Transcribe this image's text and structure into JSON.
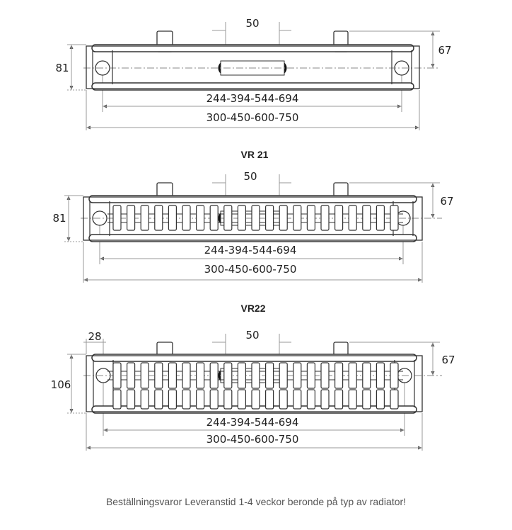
{
  "drawings": [
    {
      "title": "",
      "dim_center": "50",
      "dim_height": "81",
      "dim_bracket": "67",
      "dim_inner": "244-394-544-694",
      "dim_outer": "300-450-600-750"
    },
    {
      "title": "VR 21",
      "dim_center": "50",
      "dim_height": "81",
      "dim_bracket": "67",
      "dim_inner": "244-394-544-694",
      "dim_outer": "300-450-600-750"
    },
    {
      "title": "VR22",
      "dim_center": "50",
      "dim_height": "106",
      "dim_bracket": "67",
      "dim_side": "28",
      "dim_inner": "244-394-544-694",
      "dim_outer": "300-450-600-750"
    }
  ],
  "caption": "Beställningsvaror Leveranstid 1-4 veckor beronde på typ av radiator!",
  "colors": {
    "line": "#333333",
    "dim_line": "#999999",
    "caption": "#555555"
  }
}
